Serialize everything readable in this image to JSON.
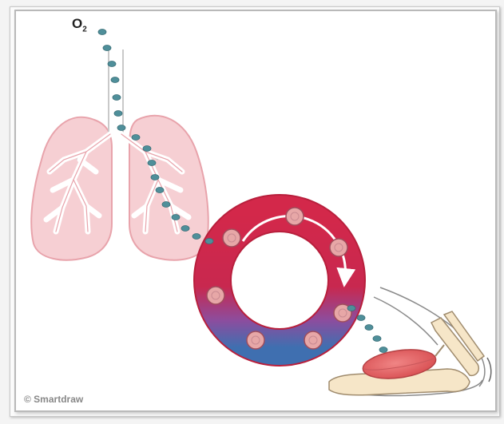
{
  "labels": {
    "oxygen": "O",
    "oxygen_subscript": "2",
    "credit": "© Smartdraw"
  },
  "colors": {
    "lung_fill": "#f6cfd3",
    "lung_stroke": "#e8a3ab",
    "airway_fill": "#ffffff",
    "ring_red": "#d3284a",
    "ring_blue": "#3f6fb0",
    "oxygen_dot": "#4f8f9a",
    "muscle": "#e86b6b",
    "bone": "#f6e6c8"
  },
  "icons": {
    "lungs": "lungs-illustration",
    "circulation": "blood-circulation-ring",
    "muscle": "arm-muscle-illustration",
    "flow": "arrow-icon"
  }
}
